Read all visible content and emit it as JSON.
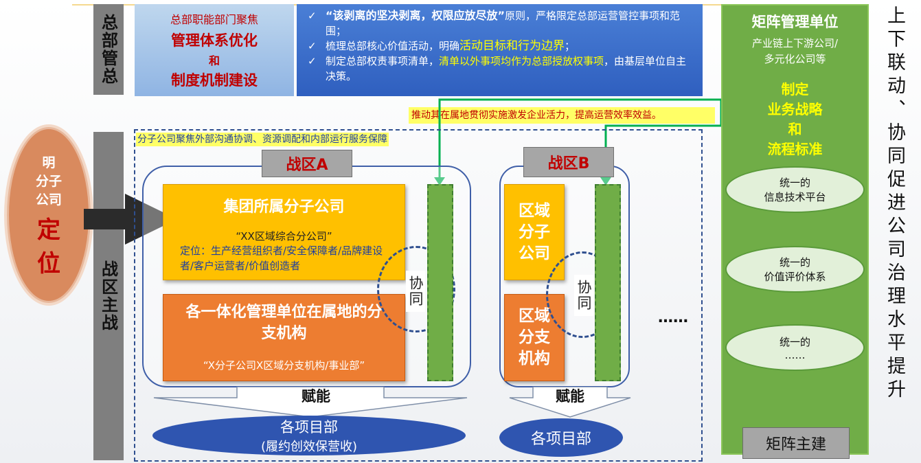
{
  "hq": {
    "vertical_label": "总部管总",
    "focus_line1": "总部职能部门聚焦",
    "focus_line2": "管理体系优化",
    "focus_line3": "和",
    "focus_line4": "制度机制建设",
    "bullets": [
      {
        "bold": "“该剥离的坚决剥离，权限应放尽放”",
        "rest": "原则，严格限定总部运营管控事项和范围；"
      },
      {
        "pre": "梳理总部核心价值活动，明确",
        "hl": "活动目标和行为边界",
        "post": "；"
      },
      {
        "pre": "制定总部权责事项清单，",
        "hl": "清单以外事项均作为总部授放权事项",
        "post": "，由基层单位自主决策。"
      }
    ]
  },
  "push_banner": "推动其在属地贯彻实施激发企业活力，提高运营效率效益。",
  "left_oval": {
    "l1": "明",
    "l2": "分子",
    "l3": "公司",
    "l4": "定",
    "l5": "位"
  },
  "theater": {
    "vertical_label": "战区主战",
    "dashed_title": "分子公司聚焦外部沟通协调、资源调配和内部运行服务保障",
    "zone_a": {
      "title": "战区A",
      "box1_title": "集团所属分子公司",
      "box1_sub": "“XX区域综合分公司”",
      "box1_desc": "定位：生产经营组织者/安全保障者/品牌建设者/客户运营者/价值创造者",
      "box2_title": "各一体化管理单位在属地的分支机构",
      "box2_sub": "“X分子公司X区域分支机构/事业部”",
      "coop": "协同",
      "empower": "赋能",
      "project_l1": "各项目部",
      "project_l2": "(履约创效保营收)"
    },
    "zone_b": {
      "title": "战区B",
      "box1_title": "区域分子公司",
      "box2_title": "区域分支机构",
      "coop": "协同",
      "empower": "赋能",
      "project": "各项目部"
    },
    "ellipsis": "……"
  },
  "matrix": {
    "title": "矩阵管理单位",
    "sub1": "产业链上下游公司/",
    "sub2": "多元化公司等",
    "mid1": "制定",
    "mid2": "业务战略",
    "mid3": "和",
    "mid4": "流程标准",
    "ovals": [
      {
        "l1": "统一的",
        "l2": "信息技术平台"
      },
      {
        "l1": "统一的",
        "l2": "价值评价体系"
      },
      {
        "l1": "统一的",
        "l2": "……"
      }
    ],
    "footer": "矩阵主建"
  },
  "right_vertical": "上下联动、协同促进公司治理水平提升",
  "colors": {
    "hq_blue": "#2f5fbf",
    "grey": "#7f7f7f",
    "zone_yellow": "#ffc000",
    "zone_orange": "#ed7d31",
    "green": "#70ad47",
    "dark_blue": "#2f55b0",
    "banner_green": "#00b050"
  }
}
